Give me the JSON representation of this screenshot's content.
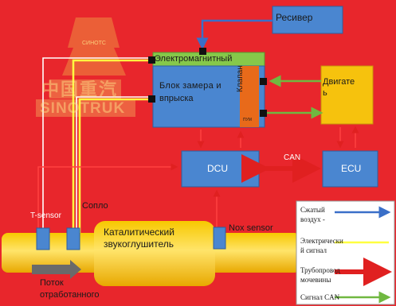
{
  "watermark": {
    "small": "СИНОТС",
    "chinese": "中国重汽",
    "brand": "SINOTRUK"
  },
  "labels": {
    "receiver": "Ресивер",
    "electromagnetic": "Электромагнитный",
    "dosing_unit_line1": "Блок  замера  и",
    "dosing_unit_line2": "впрыска",
    "valve": "Клапан",
    "valve_small": "ПУМ",
    "engine_line1": "Двигате",
    "engine_line2": "ь",
    "dcu": "DCU",
    "ecu": "ECU",
    "can": "CAN",
    "t_sensor": "T-sensor",
    "nozzle": "Сопло",
    "catalytic_line1": "Каталитический",
    "catalytic_line2": "звукоглушитель",
    "nox_sensor": "Nox sensor",
    "exhaust_flow_line1": "Поток",
    "exhaust_flow_line2": "отработанного"
  },
  "legend": {
    "air": "Сжатый",
    "air2": "воздух -",
    "electric": "Электрически",
    "electric2": "й сигнал",
    "urea": "Трубопровод",
    "urea2": "мочевины",
    "can": "Сигнал    CAN"
  },
  "colors": {
    "background": "#e8262c",
    "unit_blue": "#4a86d0",
    "valve_green": "#86c84a",
    "valve_orange": "#e86a1a",
    "engine_yellow": "#f6c20d",
    "pipe_yellow": "#f7c800",
    "air_line_blue": "#3a6fc8",
    "electric_line_yellow": "#ffff40",
    "urea_line_red": "#e02020",
    "can_signal_green": "#70b840"
  }
}
